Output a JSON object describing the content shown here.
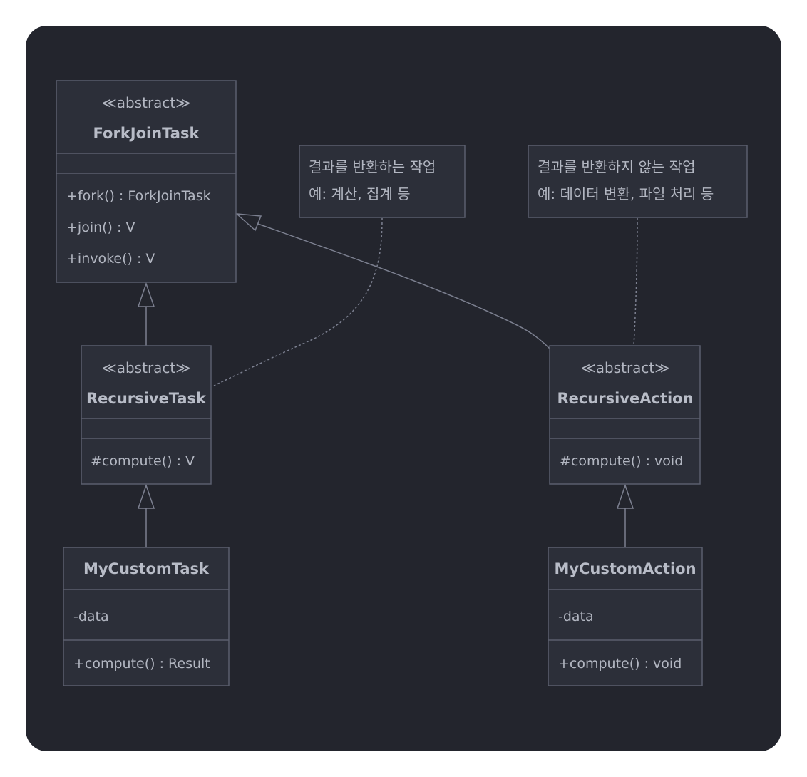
{
  "classes": {
    "forkjointask": {
      "stereotype": "≪abstract≫",
      "name": "ForkJoinTask",
      "methods": [
        "+fork() : ForkJoinTask",
        "+join() : V",
        "+invoke() : V"
      ]
    },
    "recursivetask": {
      "stereotype": "≪abstract≫",
      "name": "RecursiveTask",
      "methods": [
        "#compute() : V"
      ]
    },
    "recursiveaction": {
      "stereotype": "≪abstract≫",
      "name": "RecursiveAction",
      "methods": [
        "#compute() : void"
      ]
    },
    "mycustomtask": {
      "name": "MyCustomTask",
      "attributes": [
        "-data"
      ],
      "methods": [
        "+compute() : Result"
      ]
    },
    "mycustomaction": {
      "name": "MyCustomAction",
      "attributes": [
        "-data"
      ],
      "methods": [
        "+compute() : void"
      ]
    }
  },
  "notes": {
    "task_note": [
      "결과를 반환하는 작업",
      "예: 계산, 집계 등"
    ],
    "action_note": [
      "결과를 반환하지 않는 작업",
      "예: 데이터 변환, 파일 처리 등"
    ]
  }
}
